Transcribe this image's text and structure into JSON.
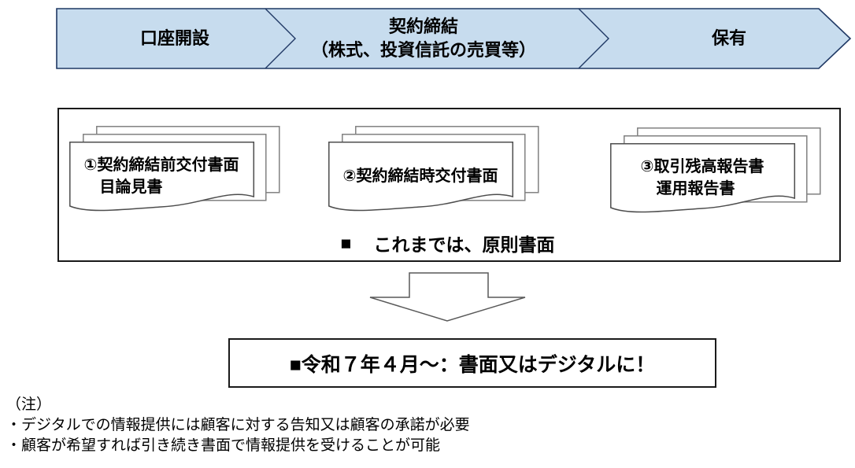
{
  "process_band": {
    "fill_color": "#c7dcee",
    "border_color": "#1f3864",
    "steps": [
      {
        "label": "口座開設",
        "sublabel": ""
      },
      {
        "label": "契約締結",
        "sublabel": "（株式、投資信託の売買等）"
      },
      {
        "label": "保有",
        "sublabel": ""
      }
    ]
  },
  "documents_section": {
    "stacks": [
      {
        "lines": [
          "①契約締結前交付書面",
          "目論見書"
        ]
      },
      {
        "lines": [
          "②契約締結時交付書面"
        ]
      },
      {
        "lines": [
          "③取引残高報告書",
          "運用報告書"
        ]
      }
    ],
    "caption_bullet": "■",
    "caption_text": "これまでは、原則書面"
  },
  "result_box": {
    "label": "■令和７年４月～：書面又はデジタルに！"
  },
  "notes": {
    "heading": "（注）",
    "items": [
      "・デジタルでの情報提供には顧客に対する告知又は顧客の承諾が必要",
      "・顧客が希望すれば引き続き書面で情報提供を受けることが可能"
    ]
  }
}
